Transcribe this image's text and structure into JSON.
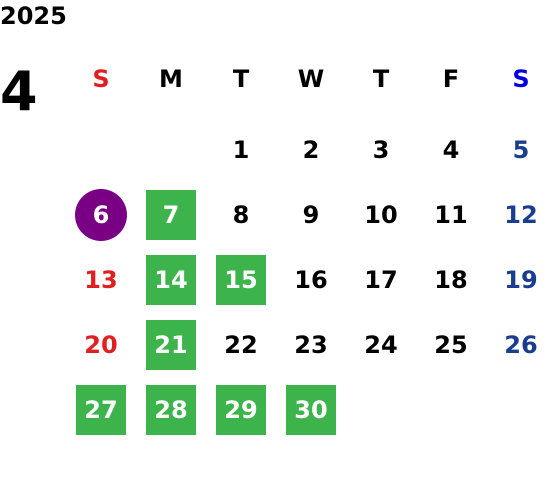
{
  "year": "2025",
  "month": "4",
  "weekdays": [
    "S",
    "M",
    "T",
    "W",
    "T",
    "F",
    "S"
  ],
  "colors": {
    "sunday": "#e02020",
    "saturday": "#1a3d8f",
    "saturday_header": "#0000e0",
    "highlight_green": "#3cb44b",
    "highlight_purple": "#7a0083"
  },
  "weeks": [
    [
      null,
      null,
      {
        "d": "1"
      },
      {
        "d": "2"
      },
      {
        "d": "3"
      },
      {
        "d": "4"
      },
      {
        "d": "5"
      }
    ],
    [
      {
        "d": "6",
        "mark": "circle"
      },
      {
        "d": "7",
        "mark": "green"
      },
      {
        "d": "8"
      },
      {
        "d": "9"
      },
      {
        "d": "10"
      },
      {
        "d": "11"
      },
      {
        "d": "12"
      }
    ],
    [
      {
        "d": "13"
      },
      {
        "d": "14",
        "mark": "green"
      },
      {
        "d": "15",
        "mark": "green"
      },
      {
        "d": "16"
      },
      {
        "d": "17"
      },
      {
        "d": "18"
      },
      {
        "d": "19"
      }
    ],
    [
      {
        "d": "20"
      },
      {
        "d": "21",
        "mark": "green"
      },
      {
        "d": "22"
      },
      {
        "d": "23"
      },
      {
        "d": "24"
      },
      {
        "d": "25"
      },
      {
        "d": "26"
      }
    ],
    [
      {
        "d": "27",
        "mark": "green"
      },
      {
        "d": "28",
        "mark": "green"
      },
      {
        "d": "29",
        "mark": "green"
      },
      {
        "d": "30",
        "mark": "green"
      },
      null,
      null,
      null
    ]
  ]
}
